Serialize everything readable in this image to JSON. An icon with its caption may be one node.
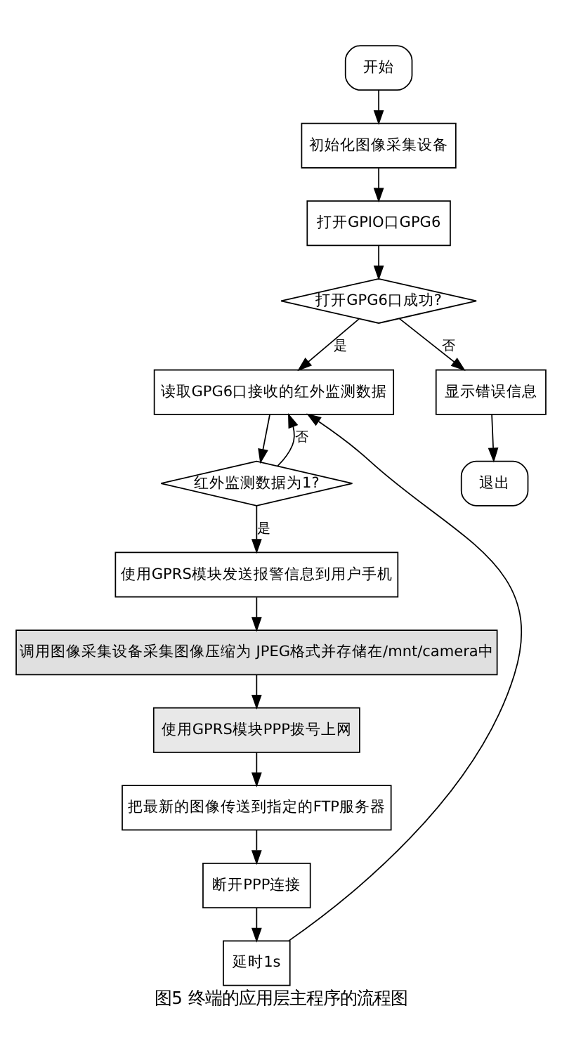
{
  "diagram": {
    "caption": "图5 终端的应用层主程序的流程图",
    "nodes": [
      {
        "text": [
          "开始"
        ]
      },
      {
        "text": [
          "初始化图像采集设备"
        ]
      },
      {
        "text": [
          "打开GPIO口GPG6"
        ]
      },
      {
        "text": [
          "打开GPG6口成功?"
        ]
      },
      {
        "text": [
          "读取GPG6口接收的红外监测数据"
        ]
      },
      {
        "text": [
          "红外监测数据为1?"
        ]
      },
      {
        "text": [
          "使用GPRS模块发送报警信息到用户手机"
        ]
      },
      {
        "text": [
          "调用图像采集设备采集图像压缩为 JPEG格式并存储在/mnt/camera中"
        ]
      },
      {
        "text": [
          "使用GPRS模块PPP拨号上网"
        ]
      },
      {
        "text": [
          "把最新的图像传送到指定的FTP服务器"
        ]
      },
      {
        "text": [
          "断开PPP连接"
        ]
      },
      {
        "text": [
          "延时1s"
        ]
      },
      {
        "text": [
          "显示错误信息"
        ]
      },
      {
        "text": [
          "退出"
        ]
      }
    ],
    "edges": [
      {
        "from": 0,
        "to": 1,
        "arrow": "to"
      },
      {
        "from": 1,
        "to": 2,
        "arrow": "to"
      },
      {
        "from": 2,
        "to": 3,
        "arrow": "to"
      },
      {
        "from": 3,
        "to": 4,
        "arrow": "to",
        "label": "是"
      },
      {
        "from": 3,
        "to": 12,
        "arrow": "to",
        "label": "否"
      },
      {
        "from": 12,
        "to": 13,
        "arrow": "to"
      },
      {
        "from": 4,
        "to": 5,
        "arrow": "to"
      },
      {
        "from": 5,
        "to": 6,
        "arrow": "to",
        "label": "是"
      },
      {
        "from": 5,
        "to": 4,
        "arrow": "to",
        "label": "否"
      },
      {
        "from": 6,
        "to": 7,
        "arrow": "to"
      },
      {
        "from": 7,
        "to": 8,
        "arrow": "to"
      },
      {
        "from": 8,
        "to": 9,
        "arrow": "to"
      },
      {
        "from": 9,
        "to": 10,
        "arrow": "to"
      },
      {
        "from": 10,
        "to": 11,
        "arrow": "to"
      },
      {
        "from": 11,
        "to": 4,
        "arrow": "to"
      }
    ]
  }
}
